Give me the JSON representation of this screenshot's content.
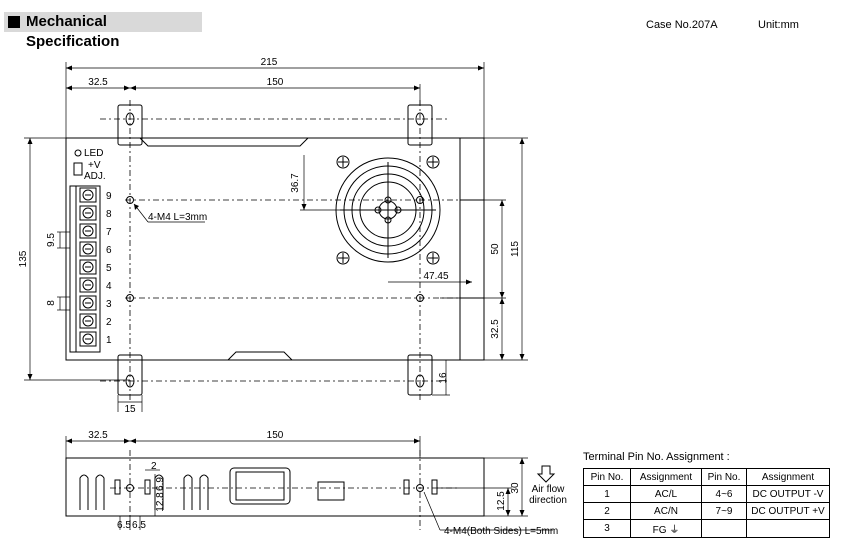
{
  "header": {
    "title": "Mechanical Specification",
    "case_no": "Case No.207A",
    "unit": "Unit:mm"
  },
  "top_view": {
    "dims": {
      "overall_width": "215",
      "left_offset": "32.5",
      "hole_span": "150",
      "fan_offset": "36.7",
      "height": "135",
      "pitch_9_5": "9.5",
      "pitch_8": "8",
      "hole_v_span": "50",
      "inner_height": "115",
      "hole_bottom": "32.5",
      "fan_center_x": "47.45",
      "foot_width": "15",
      "foot_height": "16"
    },
    "led_label": "LED",
    "adj_label_1": "+V",
    "adj_label_2": "ADJ.",
    "screw_note": "4-M4 L=3mm",
    "terminals": [
      "9",
      "8",
      "7",
      "6",
      "5",
      "4",
      "3",
      "2",
      "1"
    ]
  },
  "side_view": {
    "dims": {
      "left_offset": "32.5",
      "hole_span": "150",
      "slot_gap": "2",
      "dim_6_9": "6.9",
      "dim_12_8": "12.8",
      "dim_6_5_a": "6.5",
      "dim_6_5_b": "6.5",
      "height": "30",
      "hole_height": "12.5"
    },
    "screw_note": "4-M4(Both Sides) L=5mm",
    "airflow_1": "Air flow",
    "airflow_2": "direction"
  },
  "pin_table": {
    "title": "Terminal Pin No. Assignment :",
    "headers": [
      "Pin No.",
      "Assignment",
      "Pin No.",
      "Assignment"
    ],
    "rows": [
      [
        "1",
        "AC/L",
        "4~6",
        "DC OUTPUT -V"
      ],
      [
        "2",
        "AC/N",
        "7~9",
        "DC OUTPUT +V"
      ],
      [
        "3",
        "FG ⏚",
        "",
        ""
      ]
    ]
  }
}
